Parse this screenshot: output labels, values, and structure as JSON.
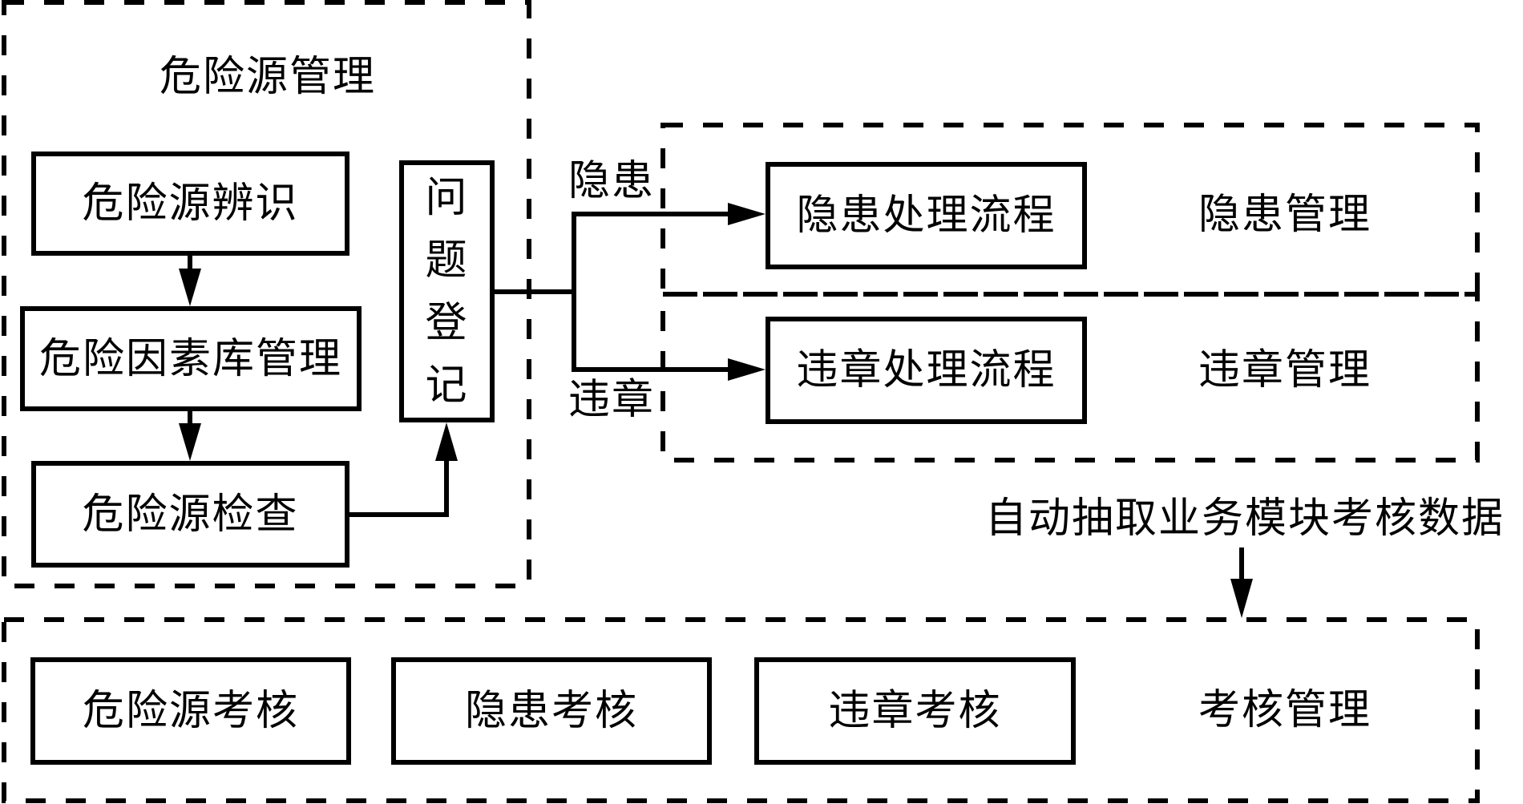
{
  "diagram": {
    "groups": {
      "hazard_source_management": {
        "title": "危险源管理",
        "steps": [
          "危险源辨识",
          "危险因素库管理",
          "危险源检查"
        ],
        "register": [
          "问",
          "题",
          "登",
          "记"
        ]
      },
      "hidden_danger_management": {
        "title": "隐患管理",
        "process": "隐患处理流程"
      },
      "violation_management": {
        "title": "违章管理",
        "process": "违章处理流程"
      },
      "assessment_management": {
        "title": "考核管理",
        "items": [
          "危险源考核",
          "隐患考核",
          "违章考核"
        ]
      }
    },
    "edge_labels": {
      "to_hidden_danger": "隐患",
      "to_violation": "违章",
      "auto_extract": "自动抽取业务模块考核数据"
    },
    "colors": {
      "stroke": "#000000",
      "background": "#ffffff"
    }
  }
}
